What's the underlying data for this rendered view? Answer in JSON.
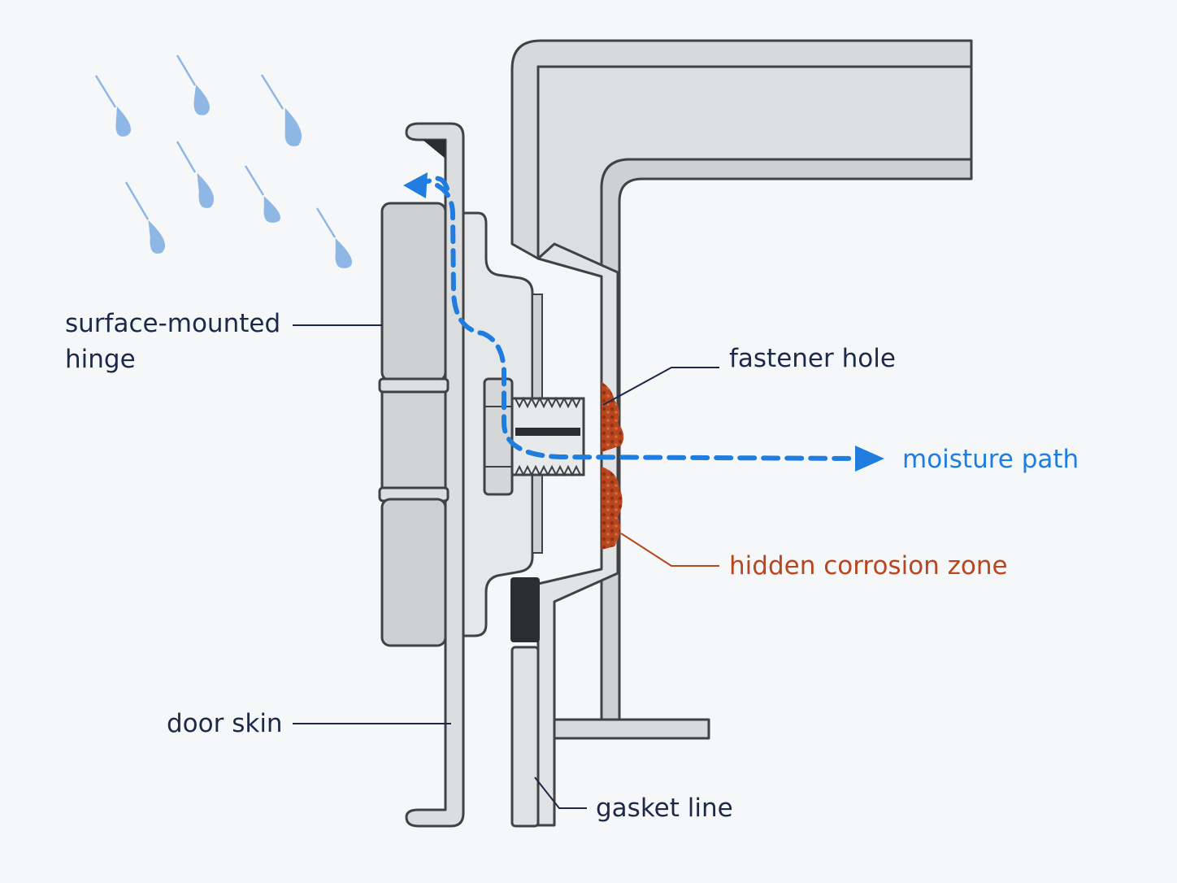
{
  "labels": {
    "hinge": "surface-mounted\nhinge",
    "door_skin": "door skin",
    "fastener_hole": "fastener hole",
    "moisture_path": "moisture path",
    "corrosion_zone": "hidden corrosion zone",
    "gasket_line": "gasket line"
  },
  "colors": {
    "metal": "#d9dadc",
    "metal_light": "#e4e5e7",
    "outline": "#404246",
    "moisture": "#1f7de0",
    "rain": "#8fb7e6",
    "corrosion": "#b8461f",
    "gasket": "#2c2d30",
    "text": "#1c2a4a"
  },
  "icons": {
    "rain": "raindrop-icon",
    "arrow": "arrowhead-icon"
  }
}
